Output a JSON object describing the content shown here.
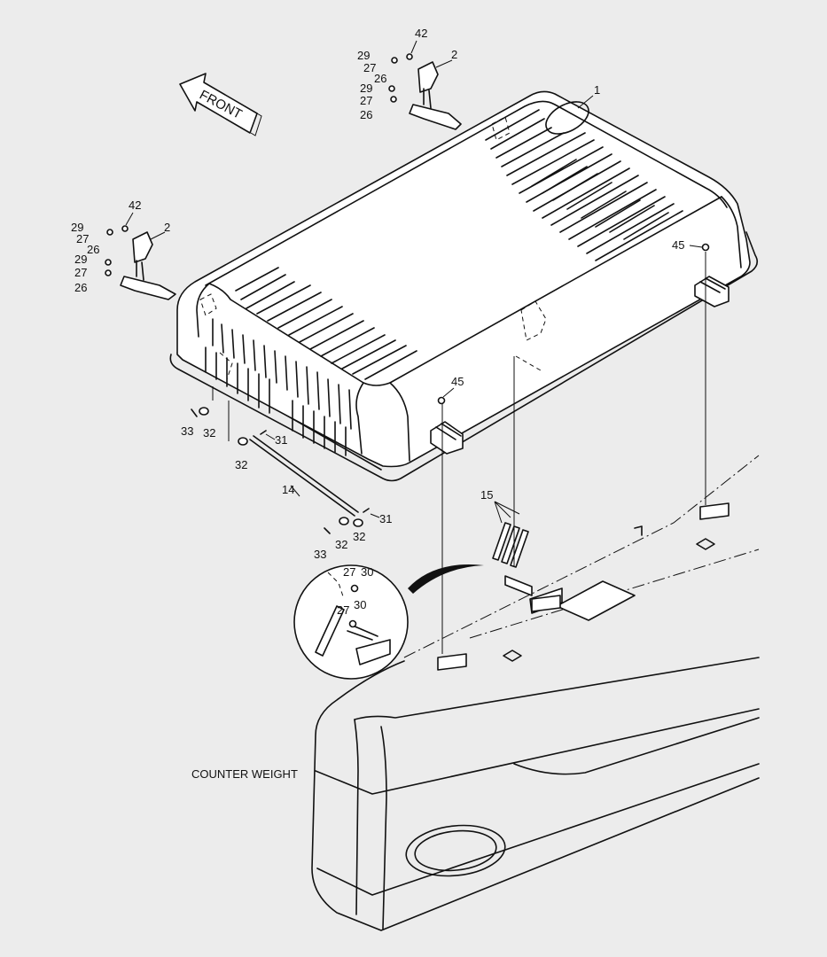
{
  "direction_label": "FRONT",
  "counterweight_label": "COUNTER WEIGHT",
  "callouts": {
    "c1": "1",
    "c2a": "2",
    "c2b": "2",
    "c42a": "42",
    "c42b": "42",
    "c29a": "29",
    "c29b": "29",
    "c29c": "29",
    "c29d": "29",
    "c27a": "27",
    "c27b": "27",
    "c27c": "27",
    "c27d": "27",
    "c26a": "26",
    "c26b": "26",
    "c26c": "26",
    "c26d": "26",
    "c45a": "45",
    "c45b": "45",
    "c33a": "33",
    "c33b": "33",
    "c32a": "32",
    "c32b": "32",
    "c32c": "32",
    "c32d": "32",
    "c31a": "31",
    "c31b": "31",
    "c14": "14",
    "c15": "15",
    "c27e": "27",
    "c27f": "27",
    "c30a": "30",
    "c30b": "30"
  }
}
